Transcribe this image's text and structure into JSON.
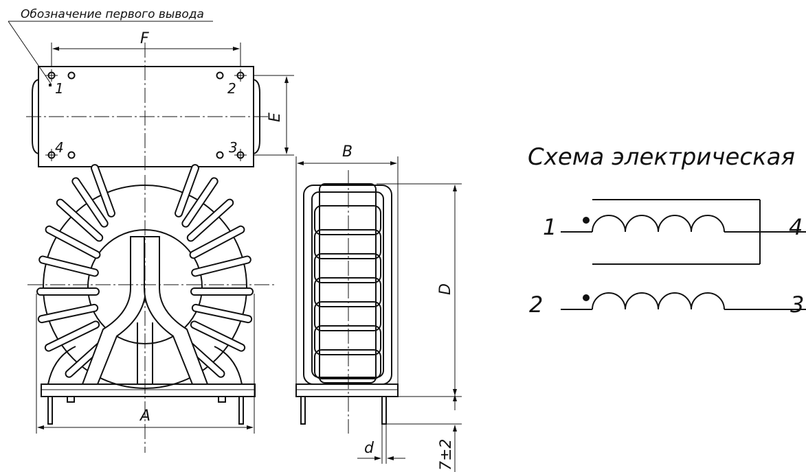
{
  "note": {
    "first_pin": "Обозначение первого вывода"
  },
  "dimensions": {
    "F": "F",
    "E": "E",
    "B": "B",
    "D": "D",
    "A": "A",
    "d": "d",
    "lead_length": "7±2"
  },
  "top_view_pins": [
    "1",
    "2",
    "3",
    "4"
  ],
  "schematic": {
    "title": "Схема электрическая",
    "terminals": [
      "1",
      "4",
      "2",
      "3"
    ]
  }
}
